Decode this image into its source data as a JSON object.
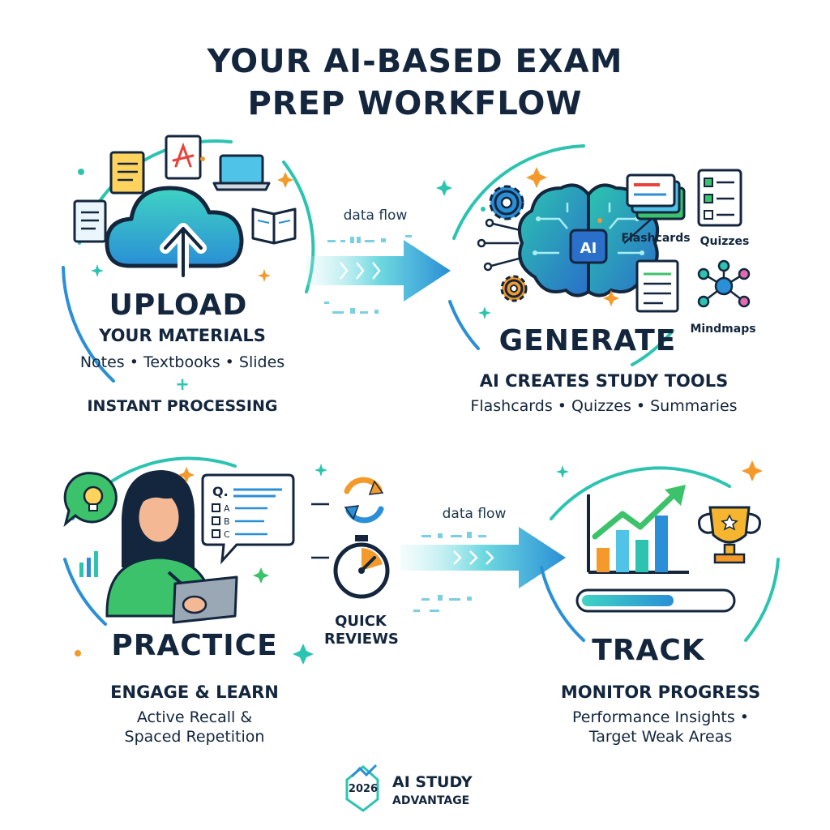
{
  "title": {
    "line1": "YOUR AI-BASED EXAM",
    "line2": "PREP WORKFLOW"
  },
  "upload": {
    "heading": "UPLOAD",
    "subheading": "YOUR MATERIALS",
    "items": "Notes • Textbooks • Slides",
    "plus": "+",
    "note": "INSTANT PROCESSING"
  },
  "generate": {
    "heading": "GENERATE",
    "subheading": "AI CREATES STUDY TOOLS",
    "items": "Flashcards • Quizzes • Summaries",
    "ai_chip": "AI",
    "tool_flashcards": "Flashcards",
    "tool_quizzes": "Quizzes",
    "tool_mindmaps": "Mindmaps"
  },
  "practice": {
    "heading": "PRACTICE",
    "subheading": "ENGAGE & LEARN",
    "line1": "Active Recall &",
    "line2": "Spaced Repetition",
    "quiz_q": "Q.",
    "quiz_a": "A",
    "quiz_b": "B",
    "quiz_c": "C",
    "quick_reviews_1": "QUICK",
    "quick_reviews_2": "REVIEWS"
  },
  "track": {
    "heading": "TRACK",
    "subheading": "MONITOR PROGRESS",
    "line1": "Performance Insights •",
    "line2": "Target Weak Areas",
    "progress_fraction": 0.62
  },
  "flow_top": "data flow",
  "flow_bottom": "data flow",
  "brand": {
    "year": "2026",
    "name": "AI STUDY",
    "tagline": "ADVANTAGE"
  },
  "colors": {
    "teal": "#2cc4b0",
    "blue": "#2a8fd6",
    "navy": "#13263d",
    "orange": "#f39a2b",
    "green": "#3bc26b"
  }
}
